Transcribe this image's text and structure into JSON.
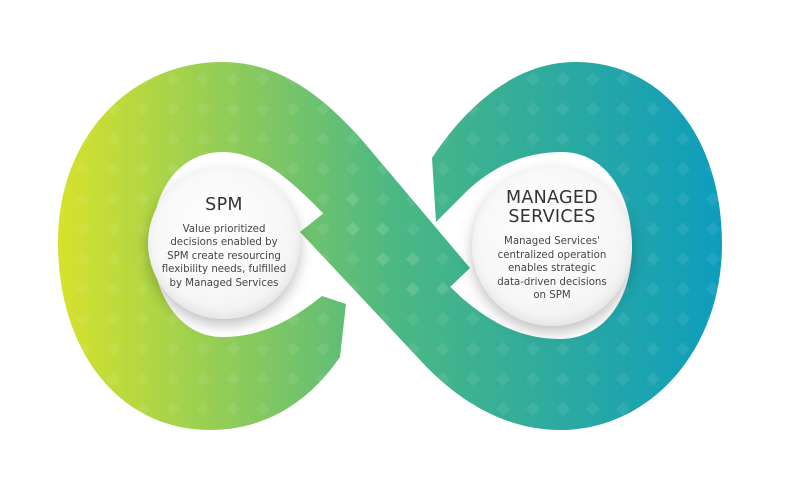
{
  "diagram": {
    "colors": {
      "gradient_start": "#d6e12d",
      "gradient_mid": "#4db882",
      "gradient_end": "#0e9dbd"
    },
    "nodes": [
      {
        "id": "spm",
        "title": "SPM",
        "body": "Value prioritized\ndecisions enabled by\nSPM create resourcing\nflexibility needs, fulfilled\nby Managed Services"
      },
      {
        "id": "managed-services",
        "title": "MANAGED\nSERVICES",
        "body": "Managed Services'\ncentralized operation\nenables strategic\ndata-driven decisions\non SPM"
      }
    ]
  }
}
